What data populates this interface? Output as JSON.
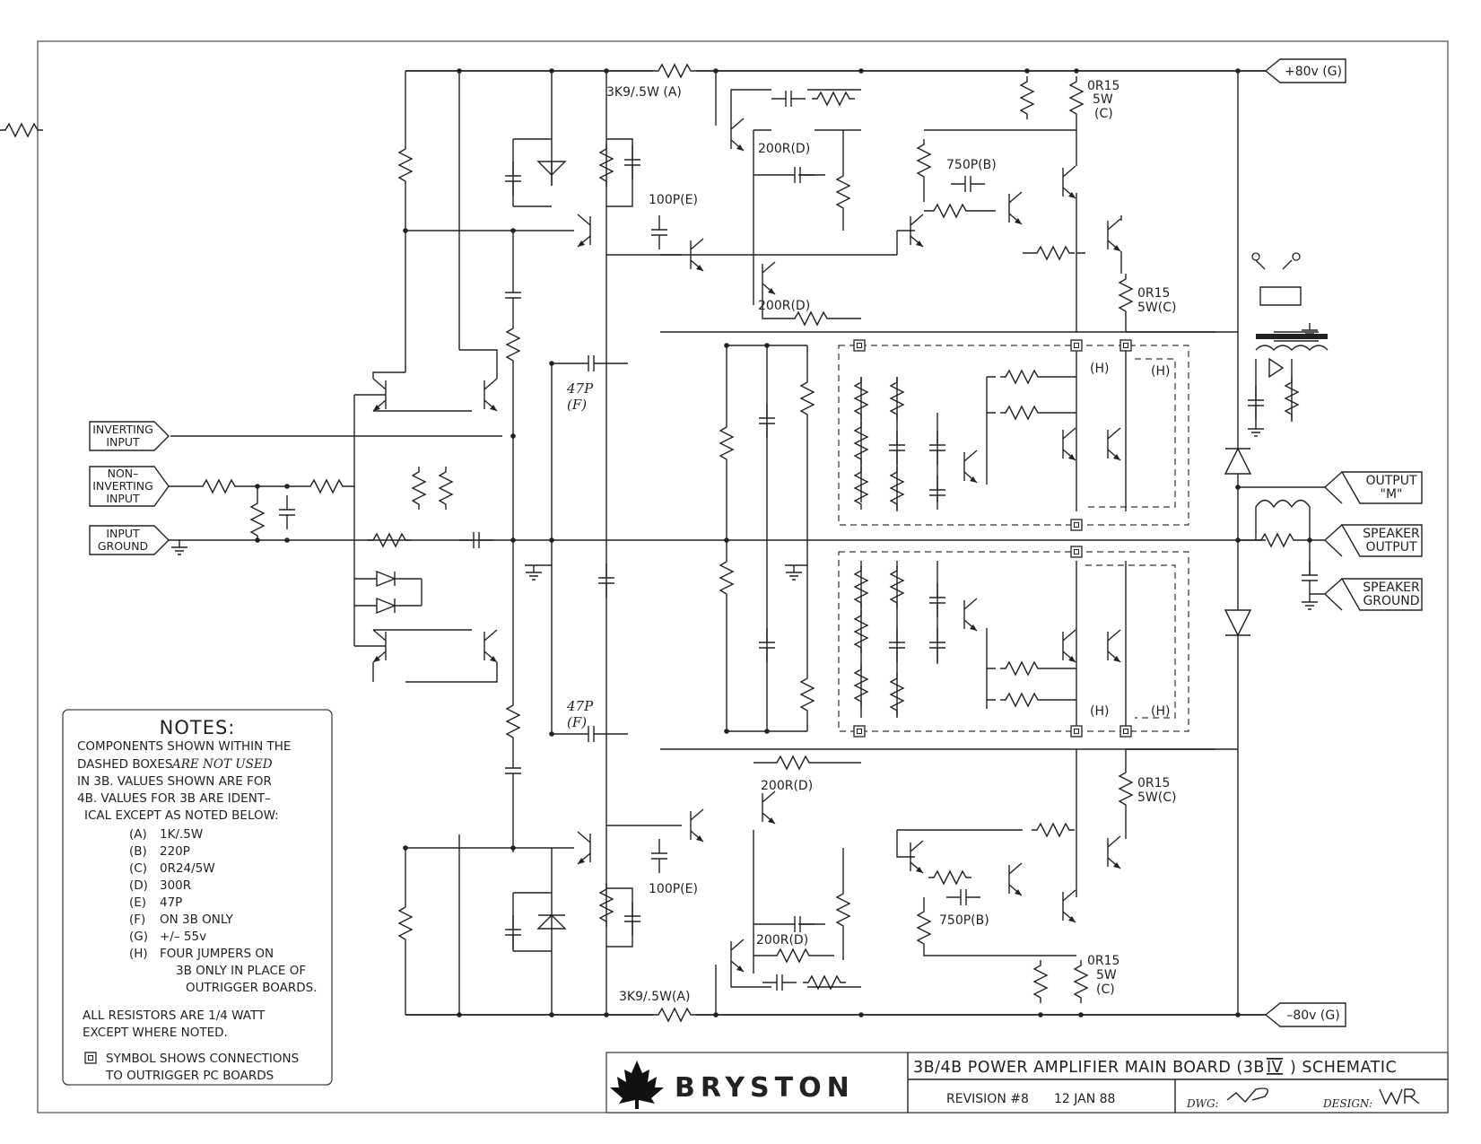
{
  "ports": {
    "inverting": [
      "INVERTING",
      "INPUT"
    ],
    "noninverting": [
      "NON–",
      "INVERTING",
      "INPUT"
    ],
    "input_ground": [
      "INPUT",
      "GROUND"
    ],
    "pos_supply": "+80v (G)",
    "neg_supply": "–80v (G)",
    "output_m": [
      "OUTPUT",
      "\"M\""
    ],
    "speaker_output": [
      "SPEAKER",
      "OUTPUT"
    ],
    "speaker_ground": [
      "SPEAKER",
      "GROUND"
    ]
  },
  "components": {
    "r_3k9_top": "3K9/.5W (A)",
    "r_3k9_bot": "3K9/.5W(A)",
    "r_200_1": "200R(D)",
    "r_200_2": "200R(D)",
    "r_200_3": "200R(D)",
    "r_200_4": "200R(D)",
    "c_750_top": "750P(B)",
    "c_750_bot": "750P(B)",
    "c_100_top": "100P(E)",
    "c_100_bot": "100P(E)",
    "c_47_top": [
      "47P",
      "(F)"
    ],
    "c_47_bot": [
      "47P",
      "(F)"
    ],
    "r_or15_tr": [
      "0R15",
      "5W",
      "(C)"
    ],
    "r_or15_mr": [
      "0R15",
      "5W(C)"
    ],
    "r_or15_lm": [
      "0R15",
      "5W(C)"
    ],
    "r_or15_br": [
      "0R15",
      "5W",
      "(C)"
    ],
    "h_label": "(H)"
  },
  "notes": {
    "title": "NOTES:",
    "intro": [
      "COMPONENTS SHOWN WITHIN THE",
      "DASHED BOXES",
      "ARE NOT USED",
      "IN 3B. VALUES SHOWN ARE FOR",
      "4B. VALUES FOR 3B ARE IDENT–",
      "ICAL EXCEPT AS NOTED BELOW:"
    ],
    "items": [
      {
        "k": "(A)",
        "v": "1K/.5W"
      },
      {
        "k": "(B)",
        "v": "220P"
      },
      {
        "k": "(C)",
        "v": "0R24/5W"
      },
      {
        "k": "(D)",
        "v": "300R"
      },
      {
        "k": "(E)",
        "v": "47P"
      },
      {
        "k": "(F)",
        "v": "ON 3B ONLY"
      },
      {
        "k": "(G)",
        "v": "+/– 55v"
      },
      {
        "k": "(H)",
        "v": "FOUR JUMPERS ON"
      }
    ],
    "h_cont": [
      "3B ONLY IN PLACE OF",
      "OUTRIGGER BOARDS."
    ],
    "resistors": [
      "ALL RESISTORS ARE 1/4 WATT",
      "EXCEPT WHERE NOTED."
    ],
    "symbol": [
      "SYMBOL SHOWS CONNECTIONS",
      "TO OUTRIGGER PC BOARDS"
    ]
  },
  "title_block": {
    "brand": "BRYSTON",
    "title": "3B/4B POWER AMPLIFIER MAIN BOARD (3B",
    "title_numeral": "IV",
    "title_end": ") SCHEMATIC",
    "revision": "REVISION #8",
    "date": "12 JAN 88",
    "dwg_label": "DWG:",
    "design_label": "DESIGN:"
  }
}
